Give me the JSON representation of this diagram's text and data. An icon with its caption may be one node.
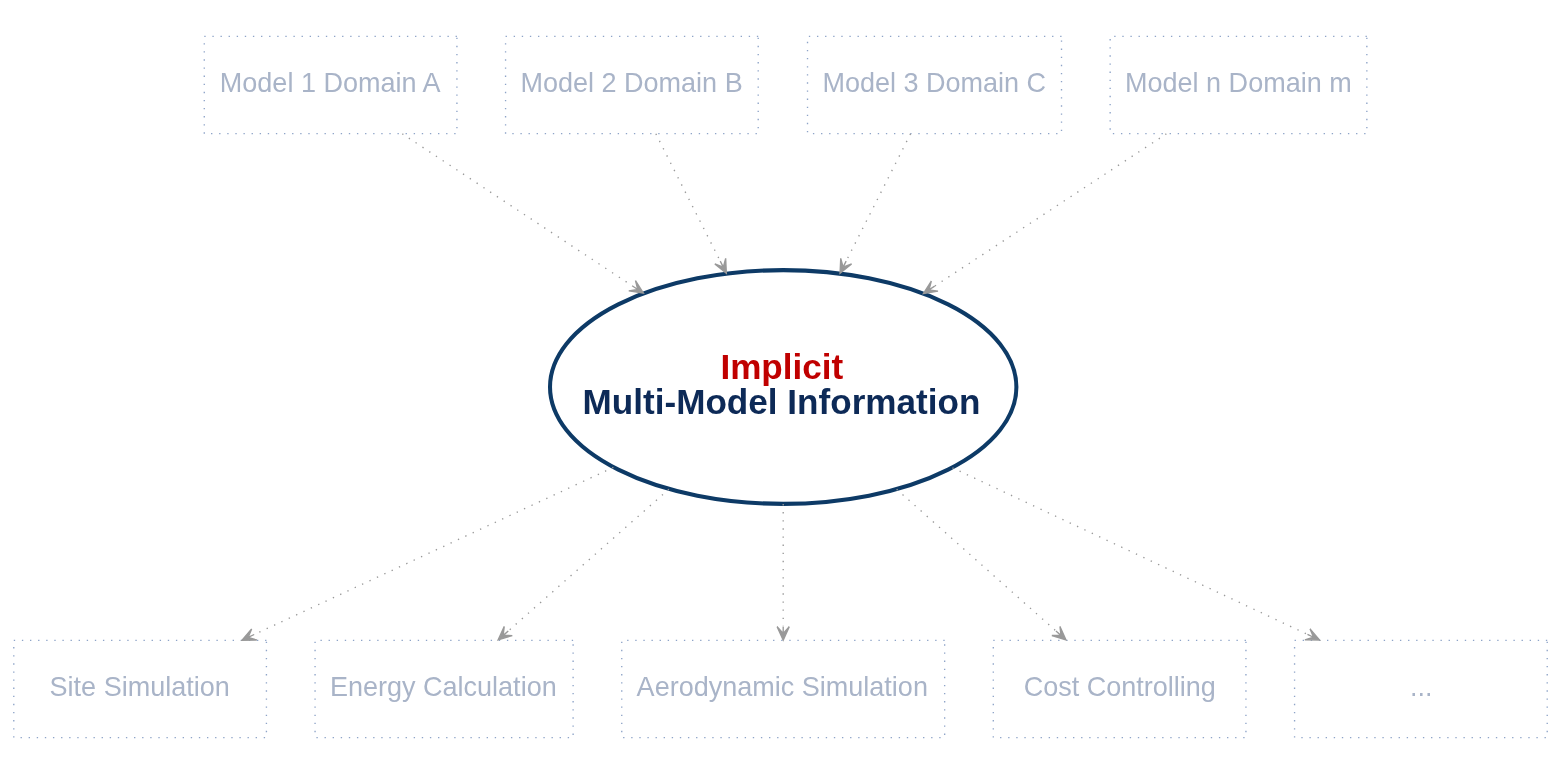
{
  "diagram": {
    "nodes": [
      {
        "text": [
          "Model 1 Domain A"
        ]
      },
      {
        "text": [
          "Model 2 Domain B"
        ]
      },
      {
        "text": [
          "Model 3 Domain C"
        ]
      },
      {
        "text": [
          "Model n Domain m"
        ]
      },
      {
        "text": [
          "Implicit",
          "Multi-Model Information"
        ]
      },
      {
        "text": [
          "Site Simulation"
        ]
      },
      {
        "text": [
          "Energy Calculation"
        ]
      },
      {
        "text": [
          "Aerodynamic Simulation"
        ]
      },
      {
        "text": [
          "Cost Controlling"
        ]
      },
      {
        "text": [
          "..."
        ]
      }
    ],
    "edges": [
      {
        "from": 0,
        "to": 4,
        "arrow": "to"
      },
      {
        "from": 1,
        "to": 4,
        "arrow": "to"
      },
      {
        "from": 2,
        "to": 4,
        "arrow": "to"
      },
      {
        "from": 3,
        "to": 4,
        "arrow": "to"
      },
      {
        "from": 4,
        "to": 5,
        "arrow": "to"
      },
      {
        "from": 4,
        "to": 6,
        "arrow": "to"
      },
      {
        "from": 4,
        "to": 7,
        "arrow": "to"
      },
      {
        "from": 4,
        "to": 8,
        "arrow": "to"
      },
      {
        "from": 4,
        "to": 9,
        "arrow": "to"
      }
    ]
  }
}
